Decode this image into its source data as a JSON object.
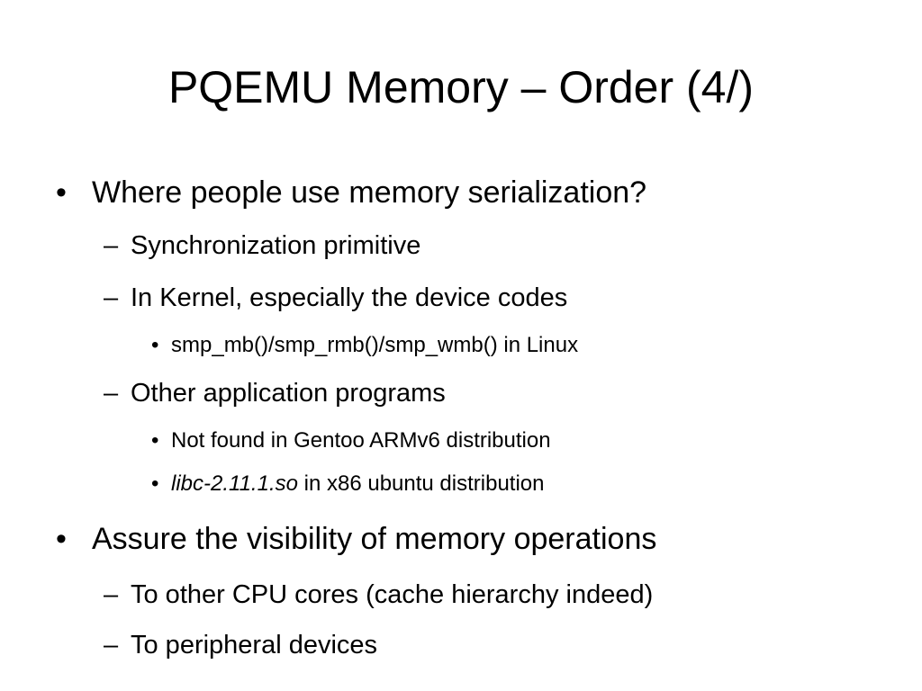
{
  "slide": {
    "title": "PQEMU Memory – Order (4/)",
    "bullet_glyph": "•",
    "dash_glyph": "–",
    "items": [
      {
        "level": 1,
        "text": "Where people use memory serialization?"
      },
      {
        "level": 2,
        "text": "Synchronization primitive"
      },
      {
        "level": 2,
        "text": "In Kernel, especially the device codes"
      },
      {
        "level": 3,
        "text": "smp_mb()/smp_rmb()/smp_wmb() in Linux"
      },
      {
        "level": 2,
        "text": "Other application programs"
      },
      {
        "level": 3,
        "text": "Not found in Gentoo ARMv6 distribution"
      },
      {
        "level": 3,
        "italic": "libc-2.11.1.so",
        "text": " in x86 ubuntu distribution"
      },
      {
        "level": 1,
        "text": "Assure the visibility of memory operations"
      },
      {
        "level": 2,
        "text": "To other CPU cores (cache hierarchy indeed)"
      },
      {
        "level": 2,
        "text": "To peripheral devices"
      }
    ]
  }
}
